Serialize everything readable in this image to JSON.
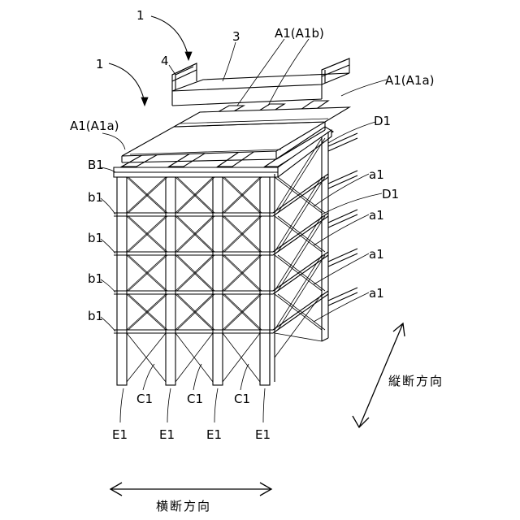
{
  "labels": {
    "unit_top": "1",
    "unit_left": "1",
    "deck": "3",
    "rail": "4",
    "beam_a1b": "A1(A1b)",
    "beam_a1a_right": "A1(A1a)",
    "beam_a1a_left": "A1(A1a)",
    "b_cap": "B1",
    "d_top": "D1",
    "d_mid": "D1",
    "a_1": "a1",
    "a_2": "a1",
    "a_3": "a1",
    "a_4": "a1",
    "b_1": "b1",
    "b_2": "b1",
    "b_3": "b1",
    "b_4": "b1",
    "c_1": "C1",
    "c_2": "C1",
    "c_3": "C1",
    "e_1": "E1",
    "e_2": "E1",
    "e_3": "E1",
    "e_4": "E1"
  },
  "directions": {
    "longitudinal": "縦断方向",
    "transverse": "横断方向"
  }
}
